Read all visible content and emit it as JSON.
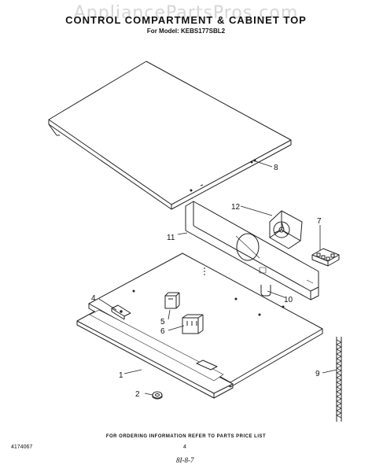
{
  "watermark": "AppliancePartsPros.com",
  "title": "CONTROL COMPARTMENT & CABINET TOP",
  "subtitle": "For Model: KEBS177SBL2",
  "callouts": [
    "1",
    "2",
    "4",
    "5",
    "6",
    "7",
    "8",
    "9",
    "10",
    "11",
    "12"
  ],
  "footer": {
    "note": "FOR ORDERING INFORMATION REFER TO PARTS PRICE LIST",
    "doc_number": "4174067",
    "page_number": "4",
    "date_mark": "8I-8-7"
  },
  "colors": {
    "line": "#222222",
    "background": "#ffffff",
    "watermark": "#d6d6d6"
  }
}
